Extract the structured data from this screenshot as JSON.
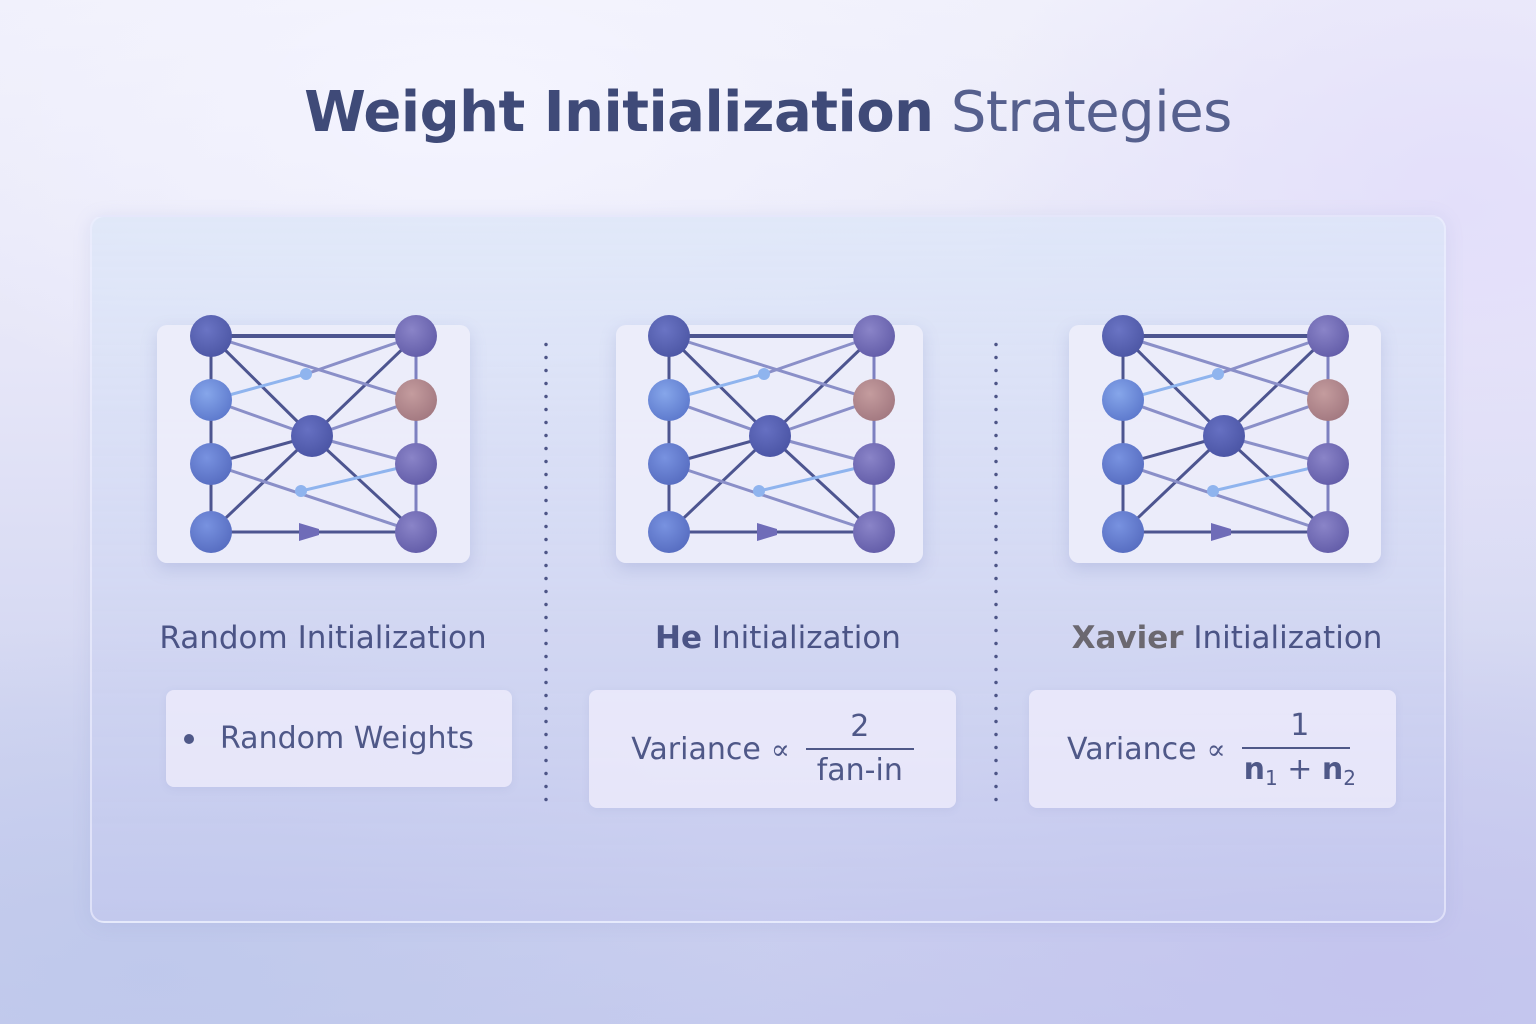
{
  "title": {
    "bold_part": "Weight Initialization",
    "light_part": "Strategies"
  },
  "colors": {
    "title": "#3f4a78",
    "text": "#4f5888",
    "node_dark": "#5a64b4",
    "node_light": "#6f8fdc",
    "node_violet": "#7670b8",
    "node_accent": "#b88a8e",
    "small_node": "#8fb4ee",
    "edge": "#4d5590",
    "edge_light": "#8a8fc8",
    "xavier_label": "#6b6870"
  },
  "columns": [
    {
      "id": "random",
      "title_strong": "",
      "title_rest": "Random Initialization",
      "detail": {
        "type": "bullet",
        "text": "Random Weights"
      }
    },
    {
      "id": "he",
      "title_strong": "He",
      "title_rest": " Initialization",
      "detail": {
        "type": "formula",
        "lhs": "Variance",
        "relation": "∝",
        "numerator": "2",
        "denominator": "fan-in"
      }
    },
    {
      "id": "xavier",
      "title_strong": "Xavier",
      "title_rest": " Initialization",
      "detail": {
        "type": "formula",
        "lhs": "Variance",
        "relation": "∝",
        "numerator": "1",
        "denominator_n1": "n",
        "denominator_sub1": "1",
        "denominator_op": " + ",
        "denominator_n2": "n",
        "denominator_sub2": "2"
      }
    }
  ],
  "network_diagram": {
    "layers": [
      "input (4 nodes)",
      "hidden (1 central + 2 small)",
      "output (4 nodes)"
    ],
    "highlighted_output_node": 2
  }
}
